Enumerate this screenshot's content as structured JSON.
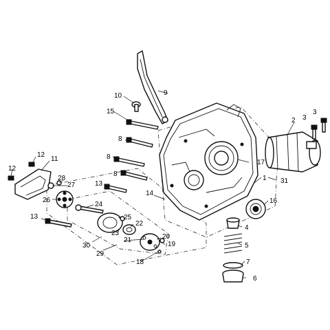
{
  "callouts": {
    "c1": "1",
    "c2": "2",
    "c3a": "3",
    "c3b": "3",
    "c4": "4",
    "c5": "5",
    "c6": "6",
    "c7": "7",
    "c8a": "8",
    "c8b": "8",
    "c8c": "8",
    "c9": "9",
    "c10": "10",
    "c11": "11",
    "c12a": "12",
    "c12b": "12",
    "c13a": "13",
    "c13b": "13",
    "c14": "14",
    "c15": "15",
    "c16": "16",
    "c17": "17",
    "c18": "18",
    "c19": "19",
    "c20": "20",
    "c21": "21",
    "c22": "22",
    "c23": "23",
    "c24": "24",
    "c25": "25",
    "c26": "26",
    "c27": "27",
    "c28": "28",
    "c29": "29",
    "c30": "30",
    "c31": "31"
  },
  "colors": {
    "line": "#111111",
    "background": "#ffffff"
  }
}
